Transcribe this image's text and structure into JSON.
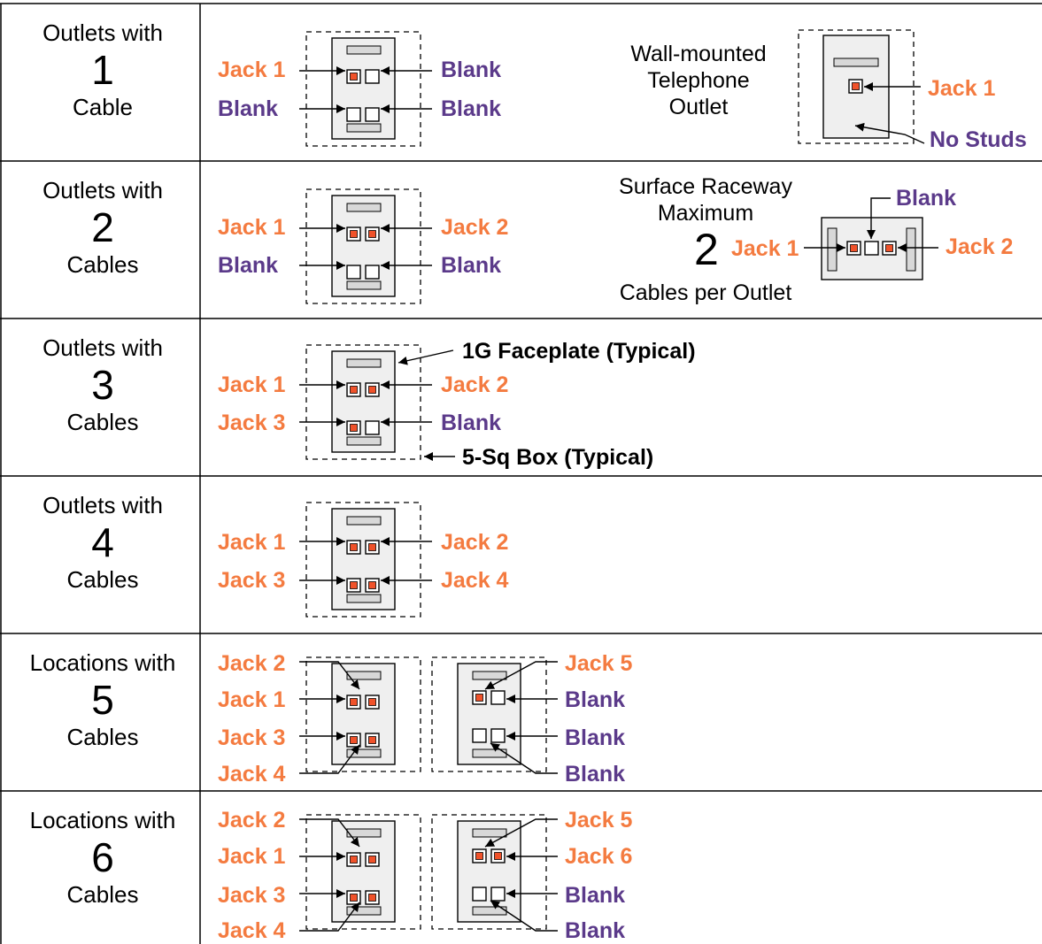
{
  "colors": {
    "jack": "#f47b40",
    "blank": "#5b3a8a",
    "jack_fill": "#f0522a",
    "plate_fill": "#efefef"
  },
  "rows": [
    {
      "line1": "Outlets with",
      "count": "1",
      "line3": "Cable"
    },
    {
      "line1": "Outlets with",
      "count": "2",
      "line3": "Cables"
    },
    {
      "line1": "Outlets with",
      "count": "3",
      "line3": "Cables"
    },
    {
      "line1": "Outlets with",
      "count": "4",
      "line3": "Cables"
    },
    {
      "line1": "Locations with",
      "count": "5",
      "line3": "Cables"
    },
    {
      "line1": "Locations with",
      "count": "6",
      "line3": "Cables"
    }
  ],
  "labels": {
    "jack1": "Jack 1",
    "jack2": "Jack 2",
    "jack3": "Jack 3",
    "jack4": "Jack 4",
    "jack5": "Jack 5",
    "jack6": "Jack 6",
    "blank": "Blank",
    "no_studs": "No Studs"
  },
  "wall_outlet": {
    "line1": "Wall-mounted",
    "line2": "Telephone",
    "line3": "Outlet"
  },
  "raceway": {
    "line1": "Surface Raceway",
    "line2": "Maximum",
    "count": "2",
    "line3": "Cables per Outlet"
  },
  "callouts": {
    "faceplate": "1G Faceplate (Typical)",
    "box": "5-Sq Box (Typical)"
  }
}
